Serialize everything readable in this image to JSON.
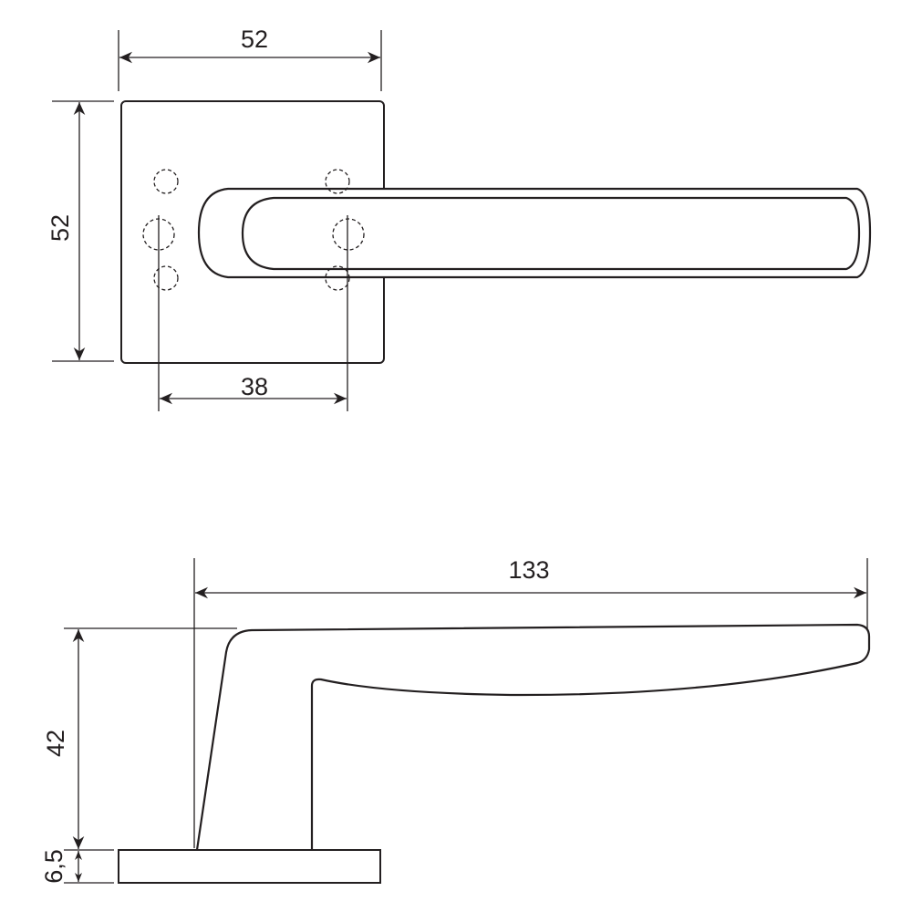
{
  "drawing": {
    "top_view": {
      "width_label": "52",
      "height_label": "52",
      "hole_spacing_label": "38"
    },
    "side_view": {
      "length_label": "133",
      "height_label": "42",
      "rosette_thickness_label": "6,5"
    },
    "colors": {
      "line": "#231f20",
      "background": "#ffffff"
    }
  }
}
